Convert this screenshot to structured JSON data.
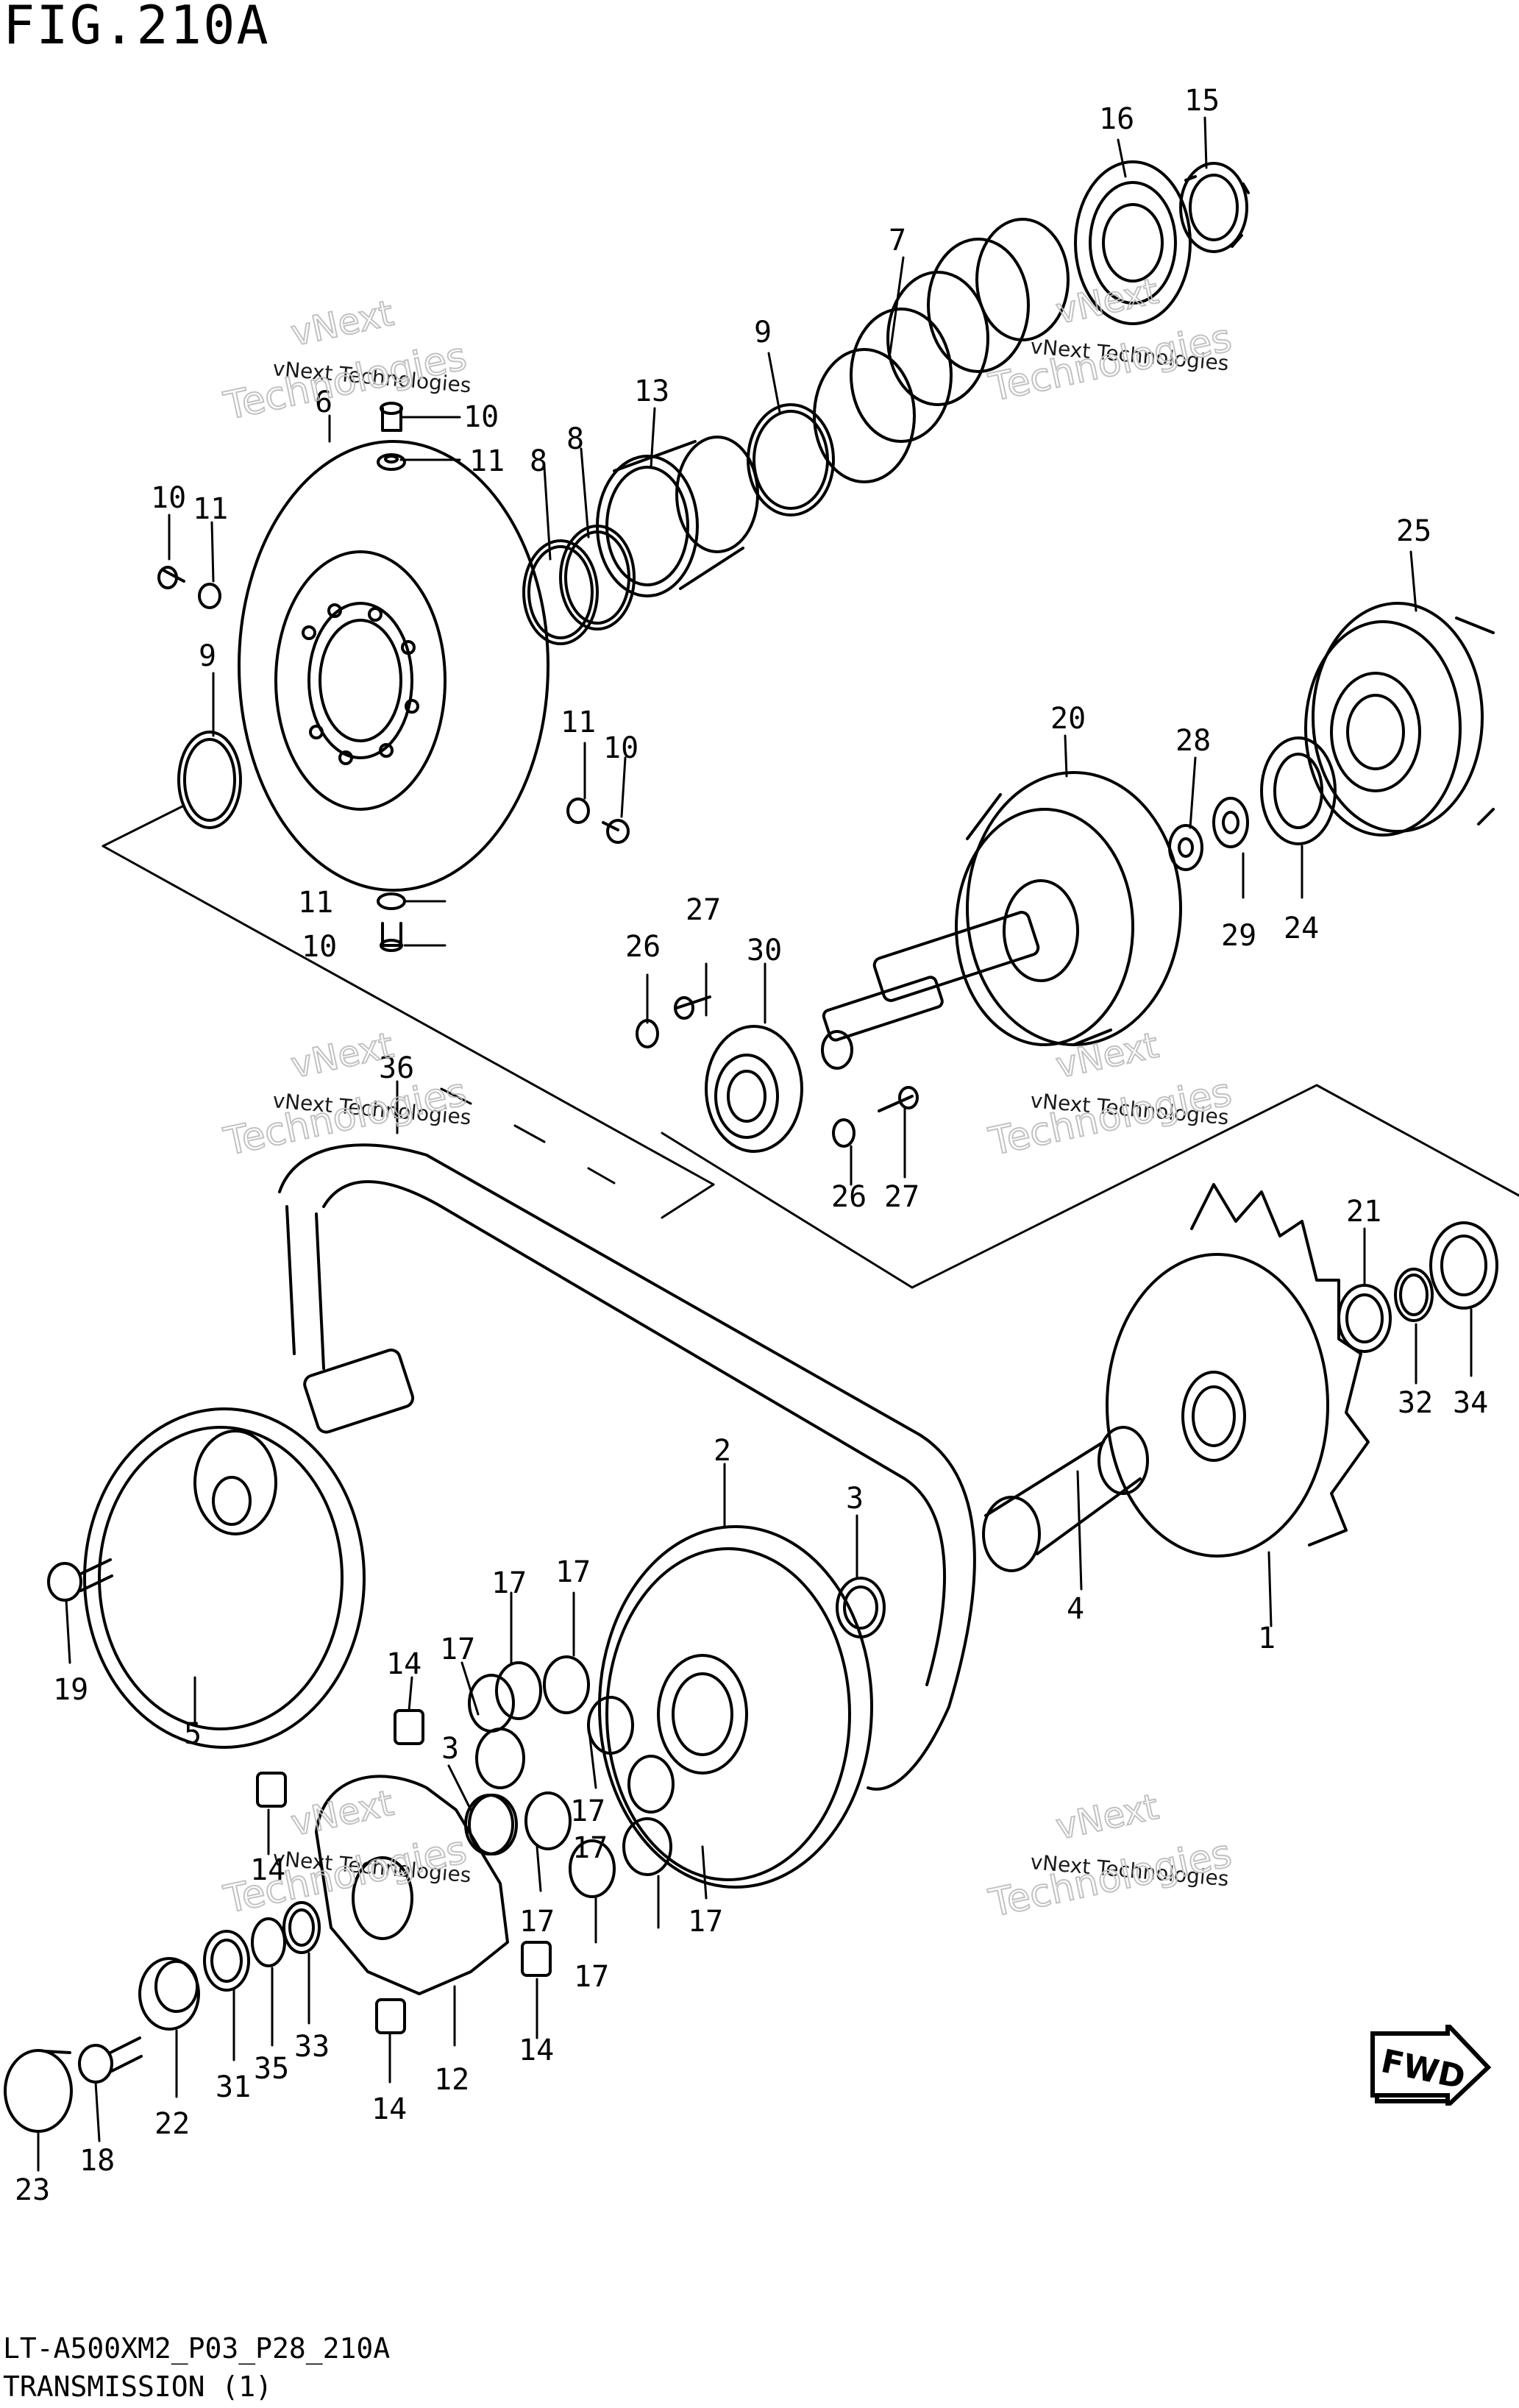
{
  "figure": {
    "title": "FIG.210A",
    "model_code": "LT-A500XM2_P03_P28_210A",
    "caption": "TRANSMISSION (1)",
    "fwd_label": "FWD"
  },
  "watermark": {
    "line1": "vNext Technologies",
    "line2": "vNext",
    "line3": "Technologies"
  },
  "callouts": [
    {
      "id": "c1",
      "n": "1"
    },
    {
      "id": "c2",
      "n": "2"
    },
    {
      "id": "c3a",
      "n": "3"
    },
    {
      "id": "c3b",
      "n": "3"
    },
    {
      "id": "c4",
      "n": "4"
    },
    {
      "id": "c5",
      "n": "5"
    },
    {
      "id": "c6",
      "n": "6"
    },
    {
      "id": "c7",
      "n": "7"
    },
    {
      "id": "c8a",
      "n": "8"
    },
    {
      "id": "c8b",
      "n": "8"
    },
    {
      "id": "c9a",
      "n": "9"
    },
    {
      "id": "c9b",
      "n": "9"
    },
    {
      "id": "c10a",
      "n": "10"
    },
    {
      "id": "c10b",
      "n": "10"
    },
    {
      "id": "c10c",
      "n": "10"
    },
    {
      "id": "c10d",
      "n": "10"
    },
    {
      "id": "c11a",
      "n": "11"
    },
    {
      "id": "c11b",
      "n": "11"
    },
    {
      "id": "c11c",
      "n": "11"
    },
    {
      "id": "c11d",
      "n": "11"
    },
    {
      "id": "c12",
      "n": "12"
    },
    {
      "id": "c13",
      "n": "13"
    },
    {
      "id": "c14a",
      "n": "14"
    },
    {
      "id": "c14b",
      "n": "14"
    },
    {
      "id": "c14c",
      "n": "14"
    },
    {
      "id": "c14d",
      "n": "14"
    },
    {
      "id": "c15",
      "n": "15"
    },
    {
      "id": "c16",
      "n": "16"
    },
    {
      "id": "c17a",
      "n": "17"
    },
    {
      "id": "c17b",
      "n": "17"
    },
    {
      "id": "c17c",
      "n": "17"
    },
    {
      "id": "c17d",
      "n": "17"
    },
    {
      "id": "c17e",
      "n": "17"
    },
    {
      "id": "c17f",
      "n": "17"
    },
    {
      "id": "c17g",
      "n": "17"
    },
    {
      "id": "c17h",
      "n": "17"
    },
    {
      "id": "c18",
      "n": "18"
    },
    {
      "id": "c19",
      "n": "19"
    },
    {
      "id": "c20",
      "n": "20"
    },
    {
      "id": "c21",
      "n": "21"
    },
    {
      "id": "c22",
      "n": "22"
    },
    {
      "id": "c23",
      "n": "23"
    },
    {
      "id": "c24",
      "n": "24"
    },
    {
      "id": "c25",
      "n": "25"
    },
    {
      "id": "c26a",
      "n": "26"
    },
    {
      "id": "c26b",
      "n": "26"
    },
    {
      "id": "c27a",
      "n": "27"
    },
    {
      "id": "c27b",
      "n": "27"
    },
    {
      "id": "c28",
      "n": "28"
    },
    {
      "id": "c29",
      "n": "29"
    },
    {
      "id": "c30",
      "n": "30"
    },
    {
      "id": "c31",
      "n": "31"
    },
    {
      "id": "c32",
      "n": "32"
    },
    {
      "id": "c33",
      "n": "33"
    },
    {
      "id": "c34",
      "n": "34"
    },
    {
      "id": "c35",
      "n": "35"
    },
    {
      "id": "c36",
      "n": "36"
    }
  ]
}
